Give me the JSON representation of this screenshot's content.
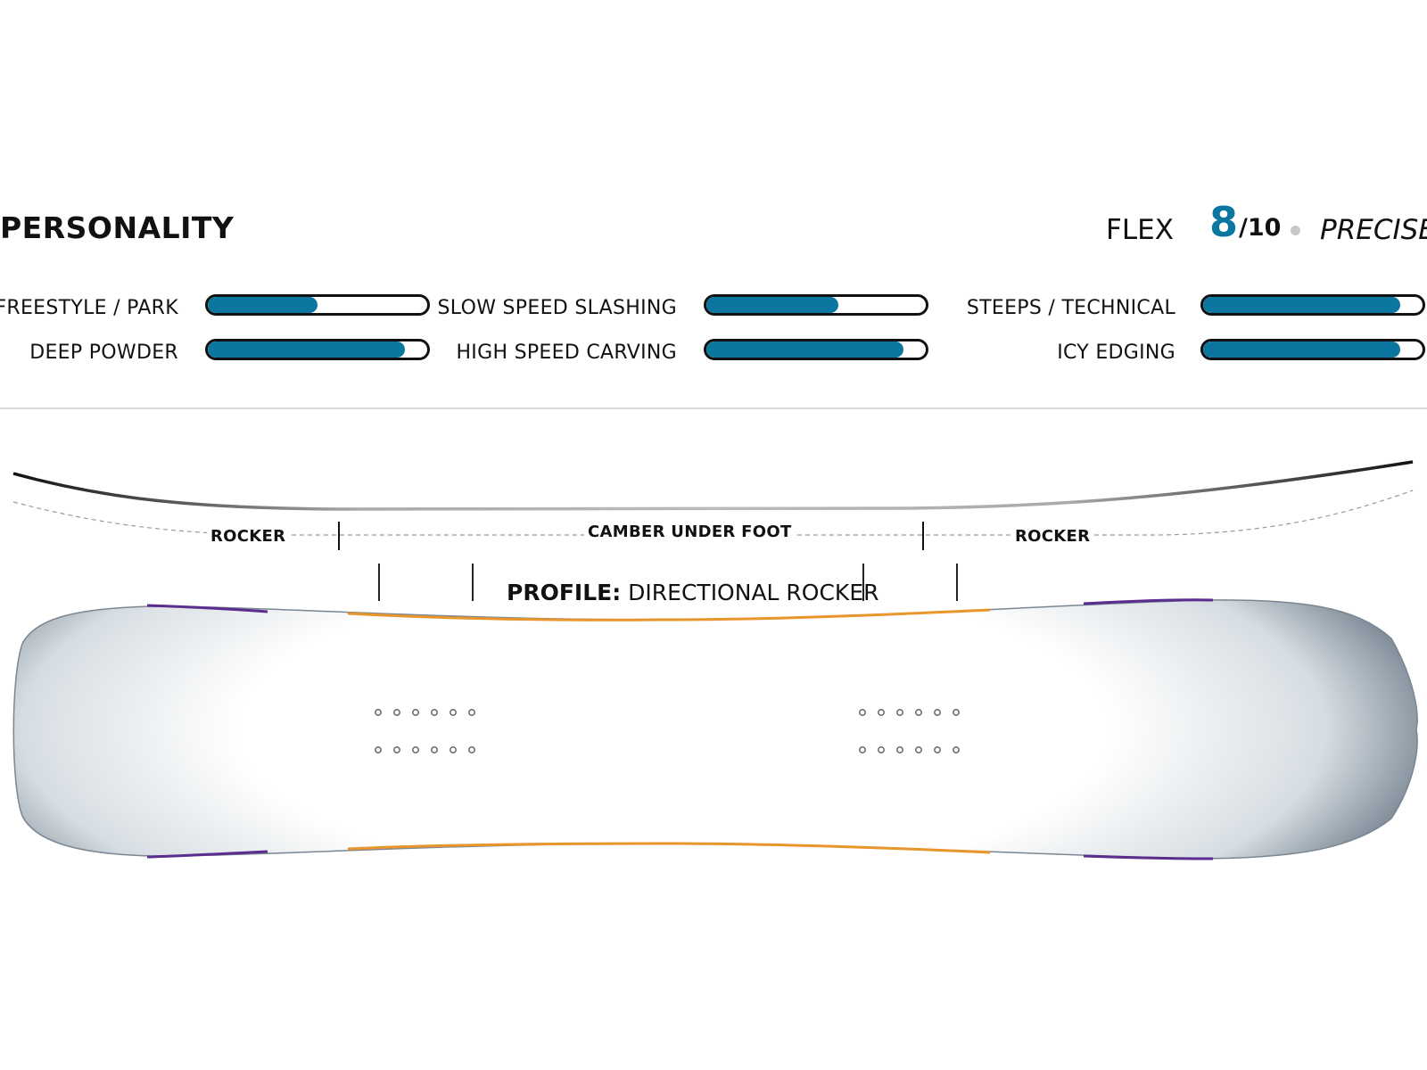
{
  "header": {
    "title": "PERSONALITY",
    "flex_label": "FLEX",
    "flex_value": "8",
    "flex_max": "/10",
    "flex_descriptor": "PRECISE"
  },
  "colors": {
    "accent": "#0b77a0",
    "edge_orange": "#e8952b",
    "edge_purple": "#5b2d8e"
  },
  "ratings": [
    {
      "label": "FREESTYLE / PARK",
      "value": 0.5
    },
    {
      "label": "DEEP POWDER",
      "value": 0.9
    },
    {
      "label": "SLOW SPEED SLASHING",
      "value": 0.6
    },
    {
      "label": "HIGH SPEED CARVING",
      "value": 0.9
    },
    {
      "label": "STEEPS / TECHNICAL",
      "value": 0.9
    },
    {
      "label": "ICY EDGING",
      "value": 0.9
    }
  ],
  "profile": {
    "zone_left": "ROCKER",
    "zone_center": "CAMBER UNDER FOOT",
    "zone_right": "ROCKER",
    "label_prefix": "PROFILE:",
    "label_value": "DIRECTIONAL ROCKER"
  }
}
